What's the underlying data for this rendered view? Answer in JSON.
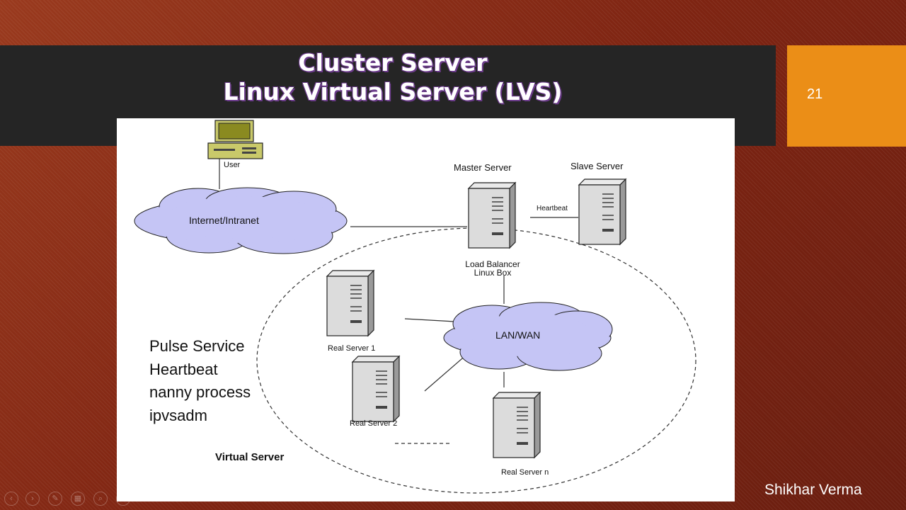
{
  "slide": {
    "title_line1": "Cluster Server",
    "title_line2": "Linux Virtual Server (LVS)",
    "number": "21",
    "author": "Shikhar Verma"
  },
  "diagram": {
    "user": "User",
    "internet": "Internet/Intranet",
    "master_server": "Master Server",
    "slave_server": "Slave Server",
    "heartbeat": "Heartbeat",
    "load_balancer_line1": "Load Balancer",
    "load_balancer_line2": "Linux Box",
    "lanwan": "LAN/WAN",
    "real_server_1": "Real Server 1",
    "real_server_2": "Real Server 2",
    "real_server_n": "Real Server n",
    "virtual_server": "Virtual Server"
  },
  "bullets": [
    "Pulse Service",
    "Heartbeat",
    "nanny process",
    "ipvsadm"
  ],
  "colors": {
    "title_bar": "#252525",
    "slide_number_box": "#eb8e17",
    "cloud_fill": "#c5c5f5",
    "title_shadow": "#6b3b8a"
  }
}
